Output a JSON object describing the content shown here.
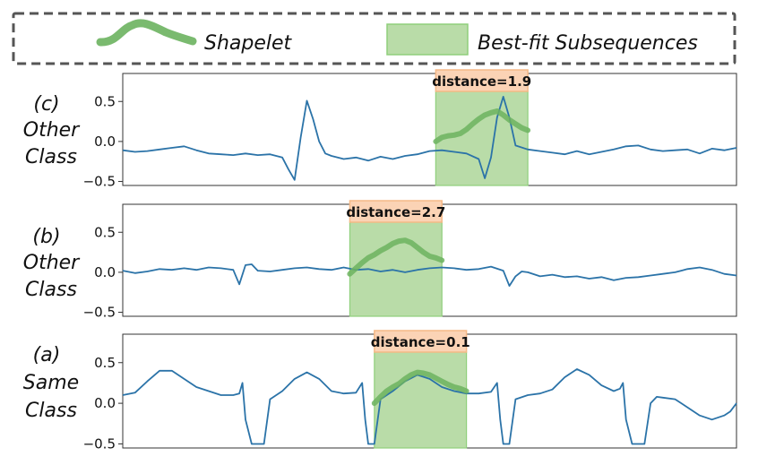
{
  "legend": {
    "shapelet_label": "Shapelet",
    "subseq_label": "Best-fit Subsequences"
  },
  "colors": {
    "series": "#2b73a8",
    "shapelet": "#6cb35f",
    "region_fill": "#b9dca8",
    "region_stroke": "#8fcf7b",
    "distance_bg": "#fbd3b5",
    "distance_stroke": "#f5b987",
    "legend_border": "#555555"
  },
  "chart_data": [
    {
      "type": "line",
      "panel_label": [
        "(c)",
        "Other",
        "Class"
      ],
      "distance_label": "distance=1.9",
      "xlim": [
        0,
        100
      ],
      "ylim": [
        -0.55,
        0.85
      ],
      "yticks": [
        "0.5",
        "0.0",
        "−0.5"
      ],
      "ytick_values": [
        0.5,
        0.0,
        -0.5
      ],
      "highlight_x": [
        51,
        66
      ],
      "series": [
        {
          "x": [
            0,
            2,
            4,
            6,
            8,
            10,
            12,
            14,
            16,
            18,
            20,
            22,
            24,
            26,
            27,
            28,
            29,
            30,
            31,
            32,
            33,
            34,
            36,
            38,
            40,
            42,
            44,
            46,
            48,
            50,
            52,
            54,
            56,
            58,
            59,
            60,
            61,
            62,
            63,
            64,
            66,
            68,
            70,
            72,
            74,
            76,
            78,
            80,
            82,
            84,
            86,
            88,
            90,
            92,
            94,
            96,
            98,
            100
          ],
          "y": [
            -0.11,
            -0.13,
            -0.12,
            -0.1,
            -0.08,
            -0.06,
            -0.11,
            -0.15,
            -0.16,
            -0.17,
            -0.15,
            -0.17,
            -0.16,
            -0.2,
            -0.35,
            -0.48,
            0.05,
            0.51,
            0.28,
            0.0,
            -0.15,
            -0.18,
            -0.22,
            -0.2,
            -0.24,
            -0.19,
            -0.22,
            -0.18,
            -0.16,
            -0.12,
            -0.11,
            -0.13,
            -0.15,
            -0.22,
            -0.46,
            -0.2,
            0.3,
            0.56,
            0.3,
            -0.05,
            -0.1,
            -0.12,
            -0.14,
            -0.16,
            -0.12,
            -0.16,
            -0.13,
            -0.1,
            -0.06,
            -0.05,
            -0.1,
            -0.12,
            -0.11,
            -0.1,
            -0.15,
            -0.09,
            -0.11,
            -0.08
          ]
        },
        {
          "x": [
            51,
            52,
            53,
            54,
            55,
            56,
            57,
            58,
            59,
            60,
            61,
            62,
            63,
            64,
            65,
            66
          ],
          "y": [
            0.0,
            0.05,
            0.07,
            0.08,
            0.1,
            0.15,
            0.22,
            0.28,
            0.33,
            0.36,
            0.38,
            0.33,
            0.27,
            0.22,
            0.17,
            0.14
          ]
        }
      ]
    },
    {
      "type": "line",
      "panel_label": [
        "(b)",
        "Other",
        "Class"
      ],
      "distance_label": "distance=2.7",
      "xlim": [
        0,
        100
      ],
      "ylim": [
        -0.55,
        0.85
      ],
      "yticks": [
        "0.5",
        "0.0",
        "−0.5"
      ],
      "ytick_values": [
        0.5,
        0.0,
        -0.5
      ],
      "highlight_x": [
        37,
        52
      ],
      "series": [
        {
          "x": [
            0,
            2,
            4,
            6,
            8,
            10,
            12,
            14,
            16,
            18,
            19,
            20,
            21,
            22,
            24,
            26,
            28,
            30,
            32,
            34,
            36,
            38,
            40,
            42,
            44,
            46,
            48,
            50,
            52,
            54,
            56,
            58,
            60,
            62,
            63,
            64,
            65,
            66,
            68,
            70,
            72,
            74,
            76,
            78,
            80,
            82,
            84,
            86,
            88,
            90,
            92,
            94,
            96,
            98,
            100
          ],
          "y": [
            0.02,
            -0.01,
            0.01,
            0.04,
            0.03,
            0.05,
            0.03,
            0.06,
            0.05,
            0.03,
            -0.15,
            0.09,
            0.1,
            0.02,
            0.01,
            0.03,
            0.05,
            0.06,
            0.04,
            0.03,
            0.06,
            0.03,
            0.04,
            0.01,
            0.03,
            0.0,
            0.03,
            0.05,
            0.06,
            0.05,
            0.03,
            0.04,
            0.07,
            0.02,
            -0.17,
            -0.05,
            0.01,
            0.0,
            -0.05,
            -0.03,
            -0.06,
            -0.05,
            -0.08,
            -0.06,
            -0.1,
            -0.07,
            -0.06,
            -0.04,
            -0.02,
            0.0,
            0.04,
            0.06,
            0.03,
            -0.02,
            -0.04
          ]
        },
        {
          "x": [
            37,
            38,
            39,
            40,
            41,
            42,
            43,
            44,
            45,
            46,
            47,
            48,
            49,
            50,
            51,
            52
          ],
          "y": [
            -0.02,
            0.05,
            0.12,
            0.18,
            0.22,
            0.27,
            0.31,
            0.36,
            0.39,
            0.4,
            0.37,
            0.31,
            0.25,
            0.2,
            0.18,
            0.15
          ]
        }
      ]
    },
    {
      "type": "line",
      "panel_label": [
        "(a)",
        "Same",
        "Class"
      ],
      "distance_label": "distance=0.1",
      "xlim": [
        0,
        100
      ],
      "ylim": [
        -0.55,
        0.85
      ],
      "yticks": [
        "0.5",
        "0.0",
        "−0.5"
      ],
      "ytick_values": [
        0.5,
        0.0,
        -0.5
      ],
      "highlight_x": [
        41,
        56
      ],
      "series": [
        {
          "x": [
            0,
            2,
            4,
            6,
            8,
            10,
            12,
            14,
            16,
            18,
            19,
            19.5,
            20,
            21,
            22,
            23,
            24,
            26,
            28,
            30,
            32,
            34,
            36,
            38,
            39,
            39.5,
            40,
            41,
            42,
            44,
            46,
            48,
            50,
            52,
            54,
            56,
            58,
            60,
            61,
            61.5,
            62,
            63,
            64,
            66,
            68,
            70,
            72,
            74,
            76,
            78,
            80,
            81,
            81.5,
            82,
            83,
            84,
            85,
            86,
            87,
            88,
            90,
            92,
            94,
            96,
            98,
            99,
            100
          ],
          "y": [
            0.1,
            0.13,
            0.27,
            0.4,
            0.4,
            0.3,
            0.2,
            0.15,
            0.1,
            0.1,
            0.12,
            0.25,
            -0.2,
            -0.5,
            -0.5,
            -0.5,
            0.05,
            0.15,
            0.3,
            0.38,
            0.3,
            0.15,
            0.12,
            0.13,
            0.25,
            -0.2,
            -0.5,
            -0.5,
            0.05,
            0.15,
            0.27,
            0.35,
            0.3,
            0.2,
            0.15,
            0.12,
            0.12,
            0.14,
            0.25,
            -0.2,
            -0.5,
            -0.5,
            0.05,
            0.1,
            0.12,
            0.17,
            0.32,
            0.42,
            0.35,
            0.22,
            0.15,
            0.18,
            0.25,
            -0.2,
            -0.5,
            -0.5,
            -0.5,
            0.0,
            0.08,
            0.07,
            0.05,
            -0.05,
            -0.15,
            -0.2,
            -0.15,
            -0.1,
            0.0
          ]
        },
        {
          "x": [
            41,
            42,
            43,
            44,
            45,
            46,
            47,
            48,
            49,
            50,
            51,
            52,
            53,
            54,
            55,
            56
          ],
          "y": [
            0.0,
            0.08,
            0.15,
            0.2,
            0.24,
            0.3,
            0.35,
            0.38,
            0.37,
            0.35,
            0.31,
            0.27,
            0.23,
            0.2,
            0.18,
            0.15
          ]
        }
      ]
    }
  ]
}
